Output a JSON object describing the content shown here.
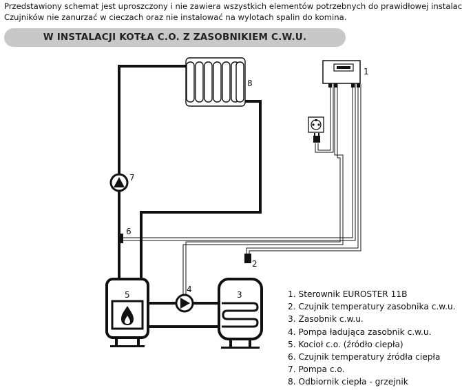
{
  "intro": {
    "line1": "Przedstawiony schemat jest uproszczony i nie zawiera wszystkich elementów potrzebnych do prawidłowej instalacji.",
    "line2": "Czujników nie zanurzać w cieczach oraz nie instalować na wylotach spalin do komina."
  },
  "banner": {
    "title": "W INSTALACJI KOTŁA C.O. Z ZASOBNIKIEM C.W.U."
  },
  "diagram": {
    "labels": {
      "controller": "1",
      "sensor_dhw": "2",
      "tank": "3",
      "pump_dhw": "4",
      "boiler": "5",
      "sensor_heat": "6",
      "pump_co": "7",
      "radiator": "8"
    }
  },
  "legend": [
    "1. Sterownik EUROSTER 11B",
    "2. Czujnik temperatury zasobnika c.w.u.",
    "3. Zasobnik c.w.u.",
    "4. Pompa ładująca zasobnik c.w.u.",
    "5. Kocioł c.o. (źródło ciepła)",
    "6. Czujnik temperatury źródła ciepła",
    "7. Pompa c.o.",
    "8. Odbiornik ciepła - grzejnik"
  ]
}
